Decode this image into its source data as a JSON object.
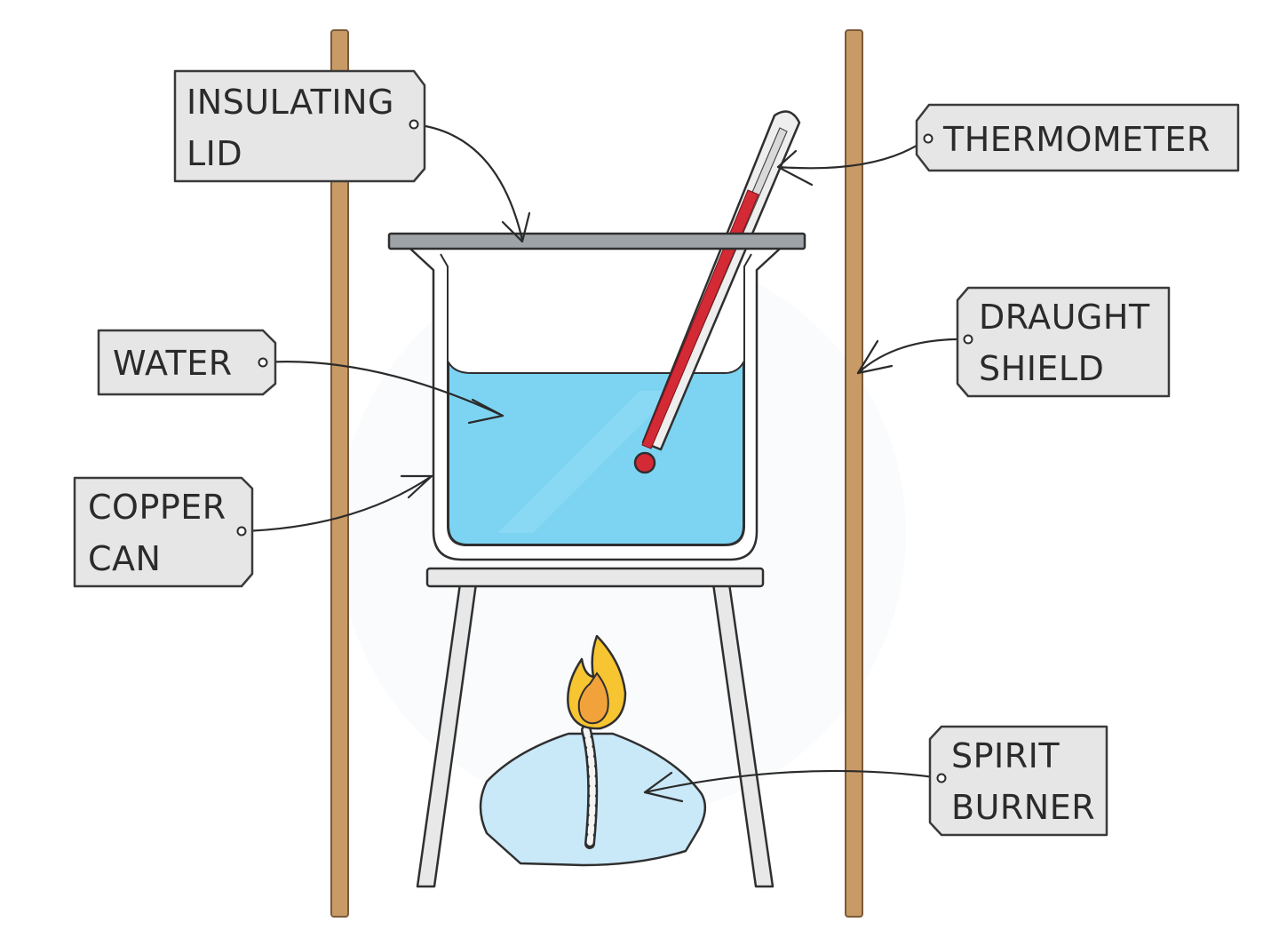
{
  "labels": {
    "insulating_lid": [
      "INSULATING",
      "LID"
    ],
    "thermometer": [
      "THERMOMETER"
    ],
    "water": [
      "WATER"
    ],
    "draught_shield": [
      "DRAUGHT",
      "SHIELD"
    ],
    "copper_can": [
      "COPPER",
      "CAN"
    ],
    "spirit_burner": [
      "SPIRIT",
      "BURNER"
    ]
  },
  "colors": {
    "water": "#7dd4f2",
    "draught_shield": "#c89a66",
    "lid": "#9da3a6",
    "thermometer_liquid": "#d42a35",
    "flame_outer": "#f7c531",
    "flame_inner": "#f2a23a",
    "burner": "#c9e8f8",
    "tag_fill": "#e6e6e6"
  }
}
